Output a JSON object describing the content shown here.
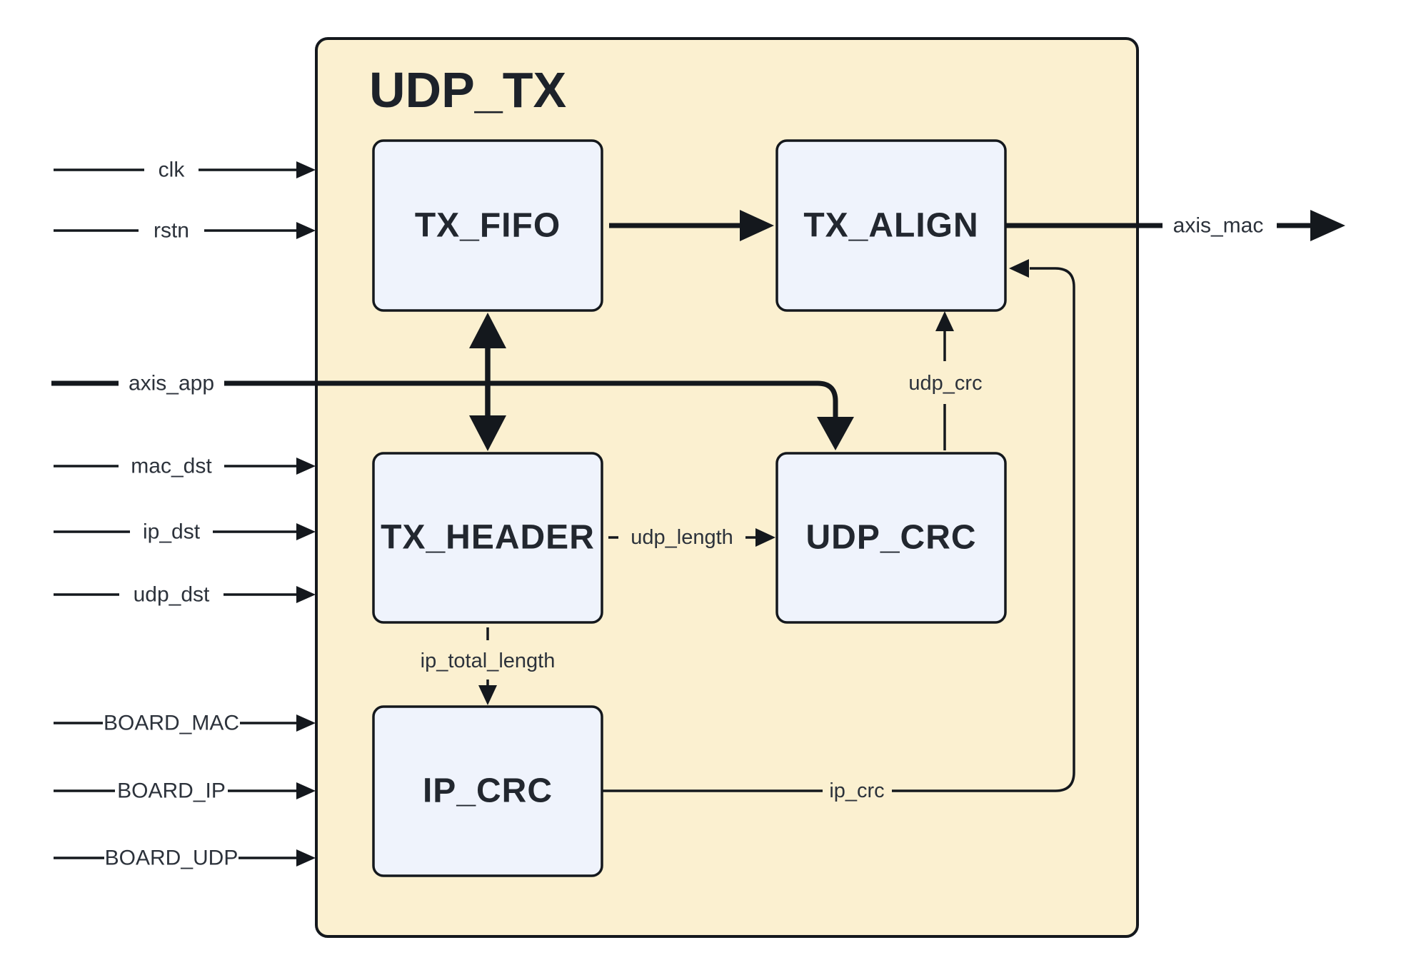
{
  "diagram": {
    "type": "hardware-block-diagram",
    "title": "UDP_TX",
    "blocks": [
      {
        "label": "TX_FIFO"
      },
      {
        "label": "TX_ALIGN"
      },
      {
        "label": "TX_HEADER"
      },
      {
        "label": "UDP_CRC"
      },
      {
        "label": "IP_CRC"
      }
    ],
    "inputs": [
      {
        "label": "clk"
      },
      {
        "label": "rstn"
      },
      {
        "label": "axis_app"
      },
      {
        "label": "mac_dst"
      },
      {
        "label": "ip_dst"
      },
      {
        "label": "udp_dst"
      },
      {
        "label": "BOARD_MAC"
      },
      {
        "label": "BOARD_IP"
      },
      {
        "label": "BOARD_UDP"
      }
    ],
    "outputs": [
      {
        "label": "axis_mac"
      }
    ],
    "internal_signals": [
      {
        "label": "udp_crc"
      },
      {
        "label": "udp_length"
      },
      {
        "label": "ip_total_length"
      },
      {
        "label": "ip_crc"
      }
    ],
    "colors": {
      "background": "#FFFFFF",
      "container_fill": "#FBF0D0",
      "block_fill": "#EFF3FC",
      "stroke": "#14181D",
      "text": "#2A303A"
    }
  }
}
